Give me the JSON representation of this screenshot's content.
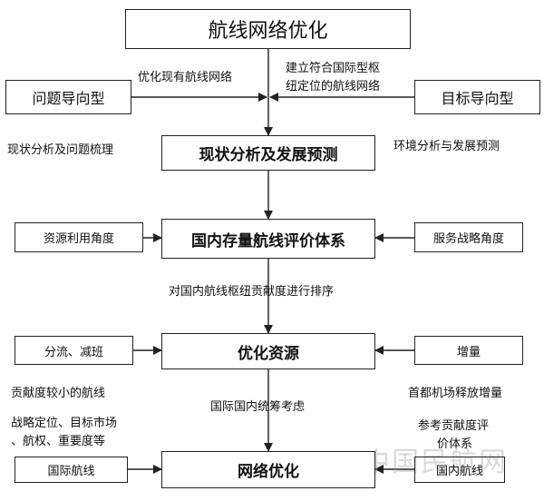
{
  "diagram": {
    "title": "航线网络优化",
    "left_type": "问题导向型",
    "right_type": "目标导向型",
    "edge_optimize_existing": "优化现有航线网络",
    "edge_build_hub": [
      "建立符合国际型枢",
      "纽定位的航线网络"
    ],
    "left_note_status": "现状分析及问题梳理",
    "right_note_env": "环境分析与发展预测",
    "node_status": "现状分析及发展预测",
    "left_resource": "资源利用角度",
    "right_service": "服务战略角度",
    "node_evaluation": "国内存量航线评价体系",
    "edge_ranking": "对国内航线枢纽贡献度进行排序",
    "left_diversion": "分流、减班",
    "right_increment": "增量",
    "node_optimize": "优化资源",
    "left_note_low": "贡献度较小的航线",
    "right_note_capital": "首都机场释放增量",
    "center_note_coord": "国际国内统筹考虑",
    "left_note_strategy": [
      "战略定位、目标市场",
      "、航权、重要度等"
    ],
    "right_note_ref": [
      "参考贡献度评",
      "价体系"
    ],
    "left_international": "国际航线",
    "right_domestic": "国内航线",
    "node_network": "网络优化",
    "watermark": "中国民航网"
  }
}
